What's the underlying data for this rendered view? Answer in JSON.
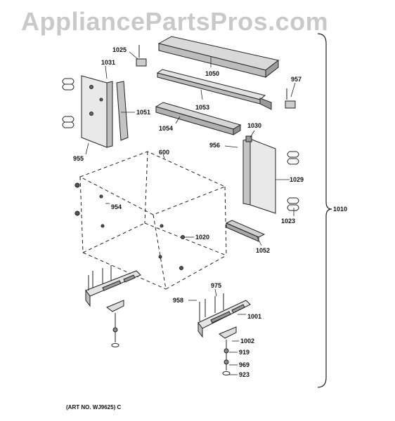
{
  "watermark": "AppliancePartsPros.com",
  "art_number": "(ART NO. WJ9625) C",
  "callouts": {
    "p1025": "1025",
    "p1031": "1031",
    "p1050": "1050",
    "p957": "957",
    "p1053": "1053",
    "p1051": "1051",
    "p1054": "1054",
    "p1030": "1030",
    "p956": "956",
    "p955": "955",
    "p600": "600",
    "p1029": "1029",
    "p954": "954",
    "p1010": "1010",
    "p1023": "1023",
    "p1020": "1020",
    "p1052": "1052",
    "p975": "975",
    "p958": "958",
    "p1001": "1001",
    "p1002": "1002",
    "p919": "919",
    "p969": "969",
    "p923": "923"
  }
}
